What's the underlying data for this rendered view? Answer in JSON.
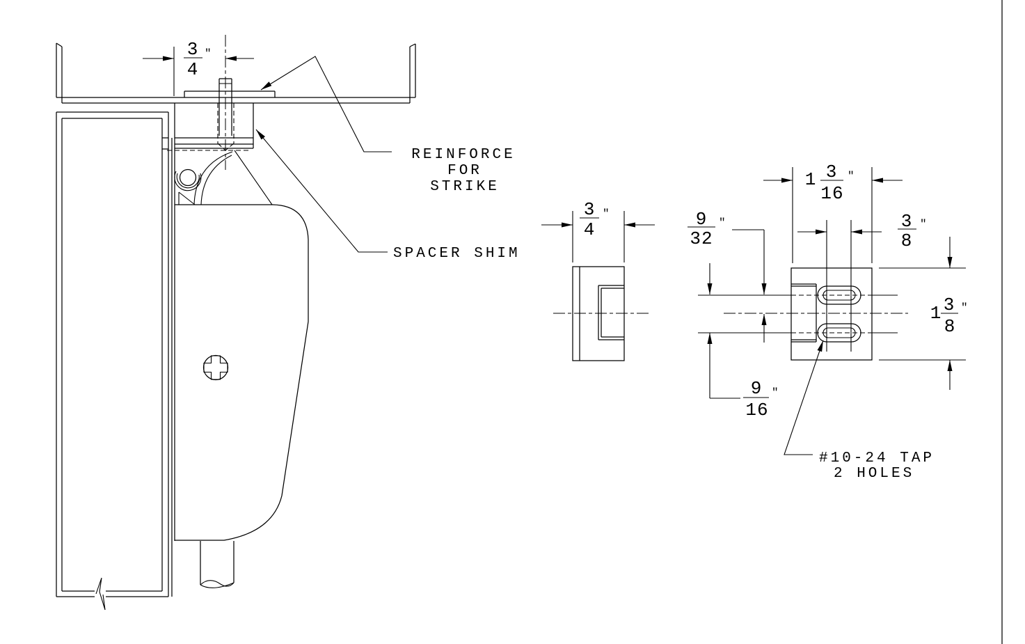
{
  "drawing": {
    "labels": {
      "reinforce": [
        "REINFORCE",
        "FOR",
        "STRIKE"
      ],
      "spacer_shim": "SPACER SHIM",
      "tap_note": [
        "#10-24 TAP",
        "2 HOLES"
      ]
    },
    "dimensions": {
      "strike_offset": {
        "num": "3",
        "den": "4",
        "unit": "″"
      },
      "shim_thickness": {
        "num": "3",
        "den": "4",
        "unit": "″"
      },
      "plate_width": {
        "whole": "1",
        "num": "3",
        "den": "16",
        "unit": "″"
      },
      "slot_length": {
        "num": "3",
        "den": "8",
        "unit": "″"
      },
      "slot_to_centerline": {
        "num": "9",
        "den": "32",
        "unit": "″"
      },
      "hole_spacing": {
        "num": "9",
        "den": "16",
        "unit": "″"
      },
      "plate_height": {
        "whole": "1",
        "num": "3",
        "den": "8",
        "unit": "″"
      }
    },
    "colors": {
      "line": "#000000",
      "background": "#ffffff"
    }
  }
}
